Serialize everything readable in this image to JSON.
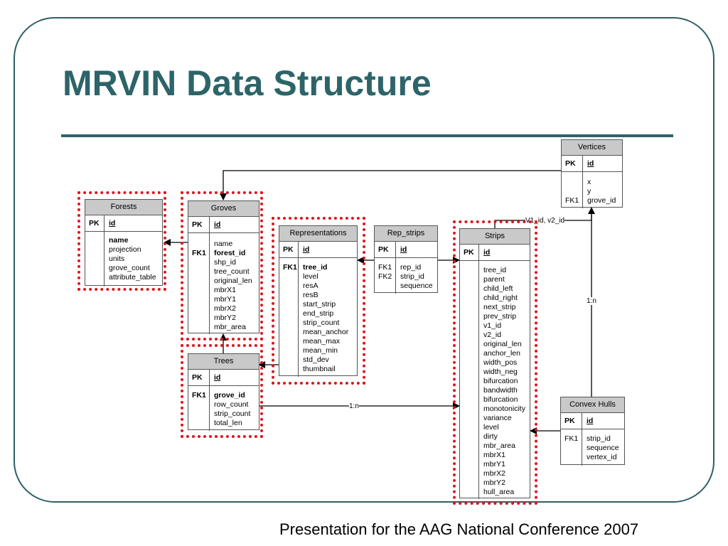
{
  "slide": {
    "title": "MRVIN Data Structure",
    "footer": "Presentation for the AAG National Conference 2007"
  },
  "entities": {
    "forests": {
      "name": "Forests",
      "pk_label": "PK",
      "pk_field": "id",
      "fields": [
        "name",
        "projection",
        "units",
        "grove_count",
        "attribute_table"
      ]
    },
    "groves": {
      "name": "Groves",
      "pk_label": "PK",
      "pk_field": "id",
      "fk_label": "FK1",
      "fields": [
        "name",
        "forest_id",
        "shp_id",
        "tree_count",
        "original_len",
        "mbrX1",
        "mbrY1",
        "mbrX2",
        "mbrY2",
        "mbr_area"
      ]
    },
    "trees": {
      "name": "Trees",
      "pk_label": "PK",
      "pk_field": "id",
      "fk_label": "FK1",
      "fields": [
        "grove_id",
        "row_count",
        "strip_count",
        "total_len"
      ]
    },
    "representations": {
      "name": "Representations",
      "pk_label": "PK",
      "pk_field": "id",
      "fk_label": "FK1",
      "fields": [
        "tree_id",
        "level",
        "resA",
        "resB",
        "start_strip",
        "end_strip",
        "strip_count",
        "mean_anchor",
        "mean_max",
        "mean_min",
        "std_dev",
        "thumbnail"
      ]
    },
    "rep_strips": {
      "name": "Rep_strips",
      "pk_label": "PK",
      "pk_field": "id",
      "fk_labels": [
        "FK1",
        "FK2"
      ],
      "fields": [
        "rep_id",
        "strip_id",
        "sequence"
      ]
    },
    "strips": {
      "name": "Strips",
      "pk_label": "PK",
      "pk_field": "id",
      "fields": [
        "tree_id",
        "parent",
        "child_left",
        "child_right",
        "next_strip",
        "prev_strip",
        "v1_id",
        "v2_id",
        "original_len",
        "anchor_len",
        "width_pos",
        "width_neg",
        "bifurcation",
        "bandwidth",
        "bifurcation",
        "monotonicity",
        "variance",
        "level",
        "dirty",
        "mbr_area",
        "mbrX1",
        "mbrY1",
        "mbrX2",
        "mbrY2",
        "hull_area"
      ]
    },
    "vertices": {
      "name": "Vertices",
      "pk_label": "PK",
      "pk_field": "id",
      "fk_label": "FK1",
      "fields": [
        "x",
        "y",
        "grove_id"
      ]
    },
    "convex_hulls": {
      "name": "Convex Hulls",
      "pk_label": "PK",
      "pk_field": "id",
      "fk_label": "FK1",
      "fields": [
        "strip_id",
        "sequence",
        "vertex_id"
      ]
    }
  },
  "relationships": {
    "trees_strips": "1:n",
    "strips_vertices": "V1_id, v2_id",
    "hulls_vertices": "1:n"
  },
  "colors": {
    "title": "#2d6469",
    "frame": "#2d5f66",
    "highlight_dots": "#e0141c",
    "table_header": "#c9c9c9"
  }
}
